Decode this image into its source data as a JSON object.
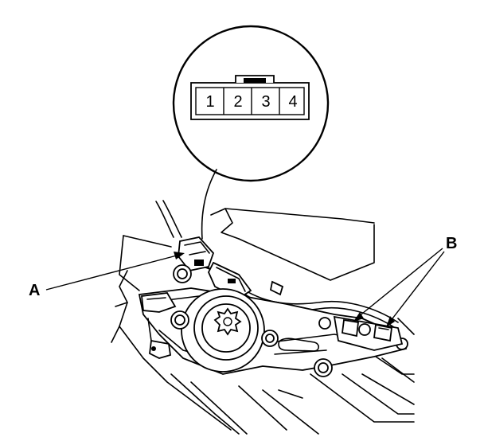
{
  "connector": {
    "pins": [
      "1",
      "2",
      "3",
      "4"
    ]
  },
  "callouts": {
    "a": "A",
    "b": "B"
  }
}
